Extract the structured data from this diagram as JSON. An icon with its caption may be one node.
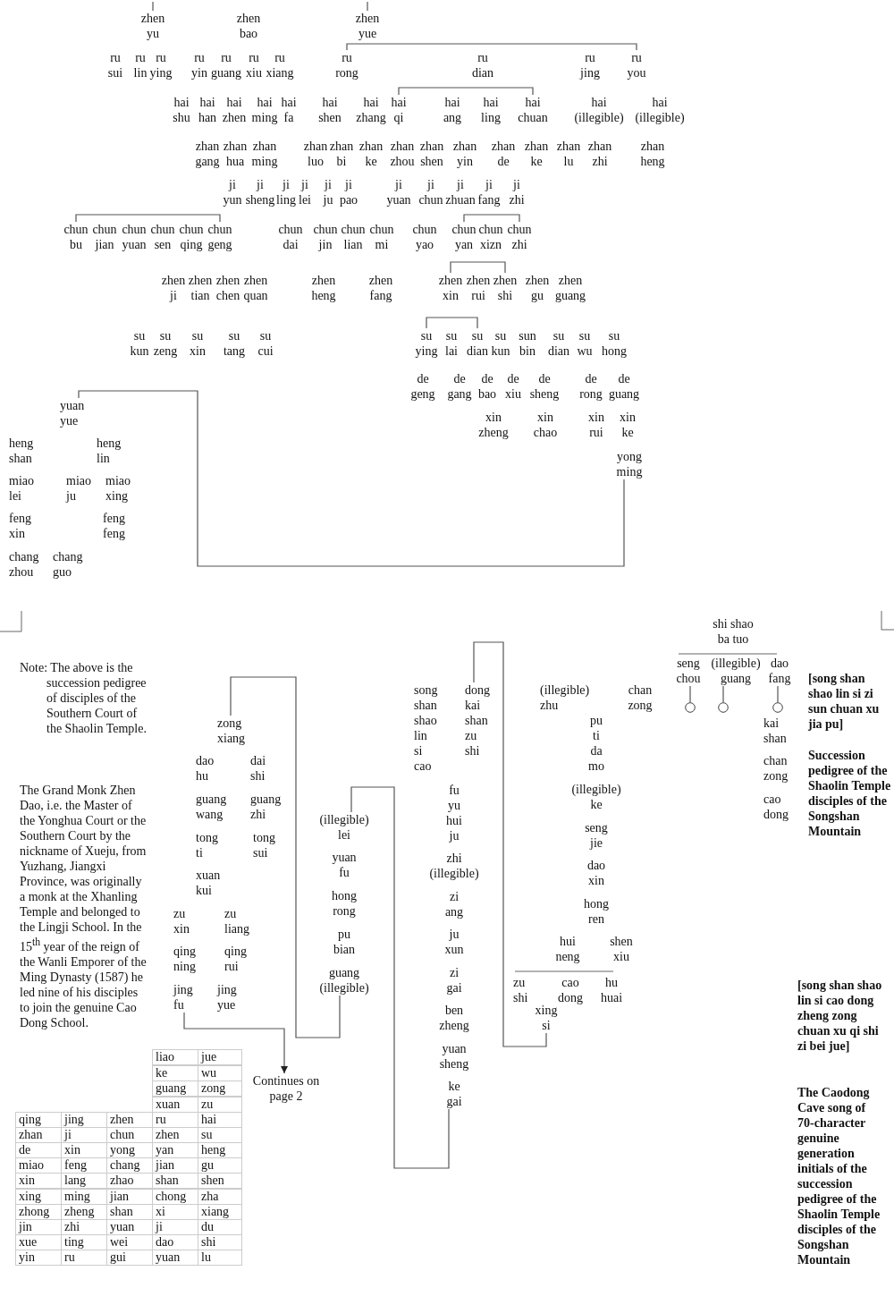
{
  "diagram": {
    "nodes": [
      {
        "text": [
          "zhen yu"
        ]
      },
      {
        "text": [
          "zhen yue"
        ]
      },
      {
        "text": [
          "ru rong"
        ]
      },
      {
        "text": [
          "ru you"
        ]
      },
      {
        "text": [
          "hai qi"
        ]
      },
      {
        "text": [
          "hai chuan"
        ]
      },
      {
        "text": [
          "chun bu"
        ]
      },
      {
        "text": [
          "chun geng"
        ]
      },
      {
        "text": [
          "chun yan"
        ]
      },
      {
        "text": [
          "chun zhi"
        ]
      },
      {
        "text": [
          "zhen xin"
        ]
      },
      {
        "text": [
          "zhen shi"
        ]
      },
      {
        "text": [
          "su ying"
        ]
      },
      {
        "text": [
          "su dian"
        ]
      },
      {
        "text": [
          "yong ming"
        ]
      },
      {
        "text": [
          "yuan yue"
        ]
      },
      {
        "text": [
          "zong xiang"
        ]
      },
      {
        "text": [
          "jing fu"
        ]
      },
      {
        "text": [
          "Continues on page 2"
        ]
      },
      {
        "text": [
          "(illegible) lei"
        ]
      },
      {
        "text": [
          "guang (illegible)"
        ]
      },
      {
        "text": [
          "dong kai shan zu shi"
        ]
      },
      {
        "text": [
          "ke gai"
        ]
      },
      {
        "text": [
          "xing si"
        ]
      },
      {
        "text": [
          "seng chou"
        ]
      },
      {
        "text": [
          "(illegible) guang"
        ]
      },
      {
        "text": [
          "dao fang"
        ]
      },
      {
        "text": [],
        "shape": "circle"
      },
      {
        "text": [],
        "shape": "circle"
      },
      {
        "text": [],
        "shape": "circle"
      }
    ],
    "edges": [
      {
        "from": null,
        "to": 0,
        "arrow": "none"
      },
      {
        "from": null,
        "to": 1,
        "arrow": "none"
      },
      {
        "from": 2,
        "to": 3,
        "arrow": "none"
      },
      {
        "from": 4,
        "to": 5,
        "arrow": "none"
      },
      {
        "from": 6,
        "to": 7,
        "arrow": "none"
      },
      {
        "from": 8,
        "to": 9,
        "arrow": "none"
      },
      {
        "from": 10,
        "to": 11,
        "arrow": "none"
      },
      {
        "from": 12,
        "to": 13,
        "arrow": "none"
      },
      {
        "from": 14,
        "to": 15,
        "arrow": "none"
      },
      {
        "from": 20,
        "to": 16,
        "arrow": "none"
      },
      {
        "from": 22,
        "to": 19,
        "arrow": "none"
      },
      {
        "from": 23,
        "to": 21,
        "arrow": "none"
      },
      {
        "from": 17,
        "to": 18,
        "arrow": "to"
      },
      {
        "from": 24,
        "to": 27,
        "arrow": "none"
      },
      {
        "from": 25,
        "to": 28,
        "arrow": "none"
      },
      {
        "from": 26,
        "to": 29,
        "arrow": "none"
      }
    ],
    "labels": [
      "zhen bao",
      "ru sui",
      "ru lin",
      "ru ying",
      "ru yin",
      "ru guang",
      "ru xiu",
      "ru xiang",
      "ru dian",
      "ru jing",
      "hai shu",
      "hai han",
      "hai zhen",
      "hai ming",
      "hai fa",
      "hai shen",
      "hai zhang",
      "hai ang",
      "hai ling",
      "hai (illegible)",
      "hai (illegible)",
      "zhan gang",
      "zhan hua",
      "zhan ming",
      "zhan luo",
      "zhan bi",
      "zhan ke",
      "zhan zhou",
      "zhan shen",
      "zhan yin",
      "zhan de",
      "zhan ke",
      "zhan lu",
      "zhan zhi",
      "zhan heng",
      "ji yun",
      "ji sheng",
      "ji ling",
      "ji lei",
      "ji ju",
      "ji pao",
      "ji yuan",
      "ji chun",
      "ji zhuan",
      "ji fang",
      "ji zhi",
      "chun jian",
      "chun yuan",
      "chun sen",
      "chun qing",
      "chun dai",
      "chun jin",
      "chun lian",
      "chun mi",
      "chun yao",
      "chun xizn",
      "zhen ji",
      "zhen tian",
      "zhen chen",
      "zhen quan",
      "zhen heng",
      "zhen fang",
      "zhen rui",
      "zhen gu",
      "zhen guang",
      "su kun",
      "su zeng",
      "su xin",
      "su tang",
      "su cui",
      "su lai",
      "su kun",
      "sun bin",
      "su dian",
      "su wu",
      "su hong",
      "de geng",
      "de gang",
      "de bao",
      "de xiu",
      "de sheng",
      "de rong",
      "de guang",
      "xin zheng",
      "xin chao",
      "xin rui",
      "xin ke",
      "heng shan",
      "heng lin",
      "miao lei",
      "miao ju",
      "miao xing",
      "feng xin",
      "feng feng",
      "chang zhou",
      "chang guo",
      "shi shao ba tuo",
      "Note: The above is the succession pedigree of disciples of the Southern Court of the Shaolin Temple.",
      "[song shan shao lin si zi sun chuan xu jia pu]",
      "song shan shao lin si cao",
      "(illegible) zhu",
      "chan zong",
      "dao hu",
      "dai shi",
      "guang wang",
      "guang zhi",
      "pu ti da mo",
      "kai shan",
      "chan zong",
      "cao dong",
      "Succession pedigree of the Shaolin Temple disciples of the Songshan Mountain",
      "The Grand Monk Zhen Dao, i.e. the Master of the Yonghua Court or the Southern Court by the nickname of Xueju, from Yuzhang, Jiangxi Province, was originally a monk at the Xhanling Temple and belonged to the Lingji School. In the 15$^{th}$ year of the reign of the Wanli Emporer of the Ming Dynasty (1587) he led nine of his disciples to join the genuine Cao Dong School.",
      "fu yu hui ju",
      "(illegible) ke",
      "tong ti",
      "tong sui",
      "seng jie",
      "yuan fu",
      "zhi (illegible)",
      "dao xin",
      "xuan kui",
      "hong rong",
      "zi ang",
      "hong ren",
      "zu xin",
      "zu liang",
      "pu bian",
      "ju xun",
      "hui neng",
      "shen xiu",
      "qing ning",
      "qing rui",
      "zi gai",
      "zu shi",
      "cao dong",
      "hu huai",
      "[song shan shao lin si cao dong zheng zong chuan xu qi shi zi bei jue]",
      "jing yue",
      "ben zheng",
      "yuan sheng",
      "The Caodong Cave song of 70-character genuine generation initials of the succession pedigree of the Shaolin Temple disciples of the Songshan Mountain",
      "liao",
      "jue",
      "ke",
      "wu",
      "guang",
      "zong",
      "xuan",
      "zu",
      "qing",
      "jing",
      "zhen",
      "ru",
      "hai",
      "zhan",
      "ji",
      "chun",
      "zhen",
      "su",
      "de",
      "xin",
      "yong",
      "yan",
      "heng",
      "miao",
      "feng",
      "chang",
      "jian",
      "gu",
      "xin",
      "lang",
      "zhao",
      "shan",
      "shen",
      "xing",
      "ming",
      "jian",
      "chong",
      "zha",
      "zhong",
      "zheng",
      "shan",
      "xi",
      "xiang",
      "jin",
      "zhi",
      "yuan",
      "ji",
      "du",
      "xue",
      "ting",
      "wei",
      "dao",
      "shi",
      "yin",
      "ru",
      "gui",
      "yuan",
      "lu"
    ]
  }
}
